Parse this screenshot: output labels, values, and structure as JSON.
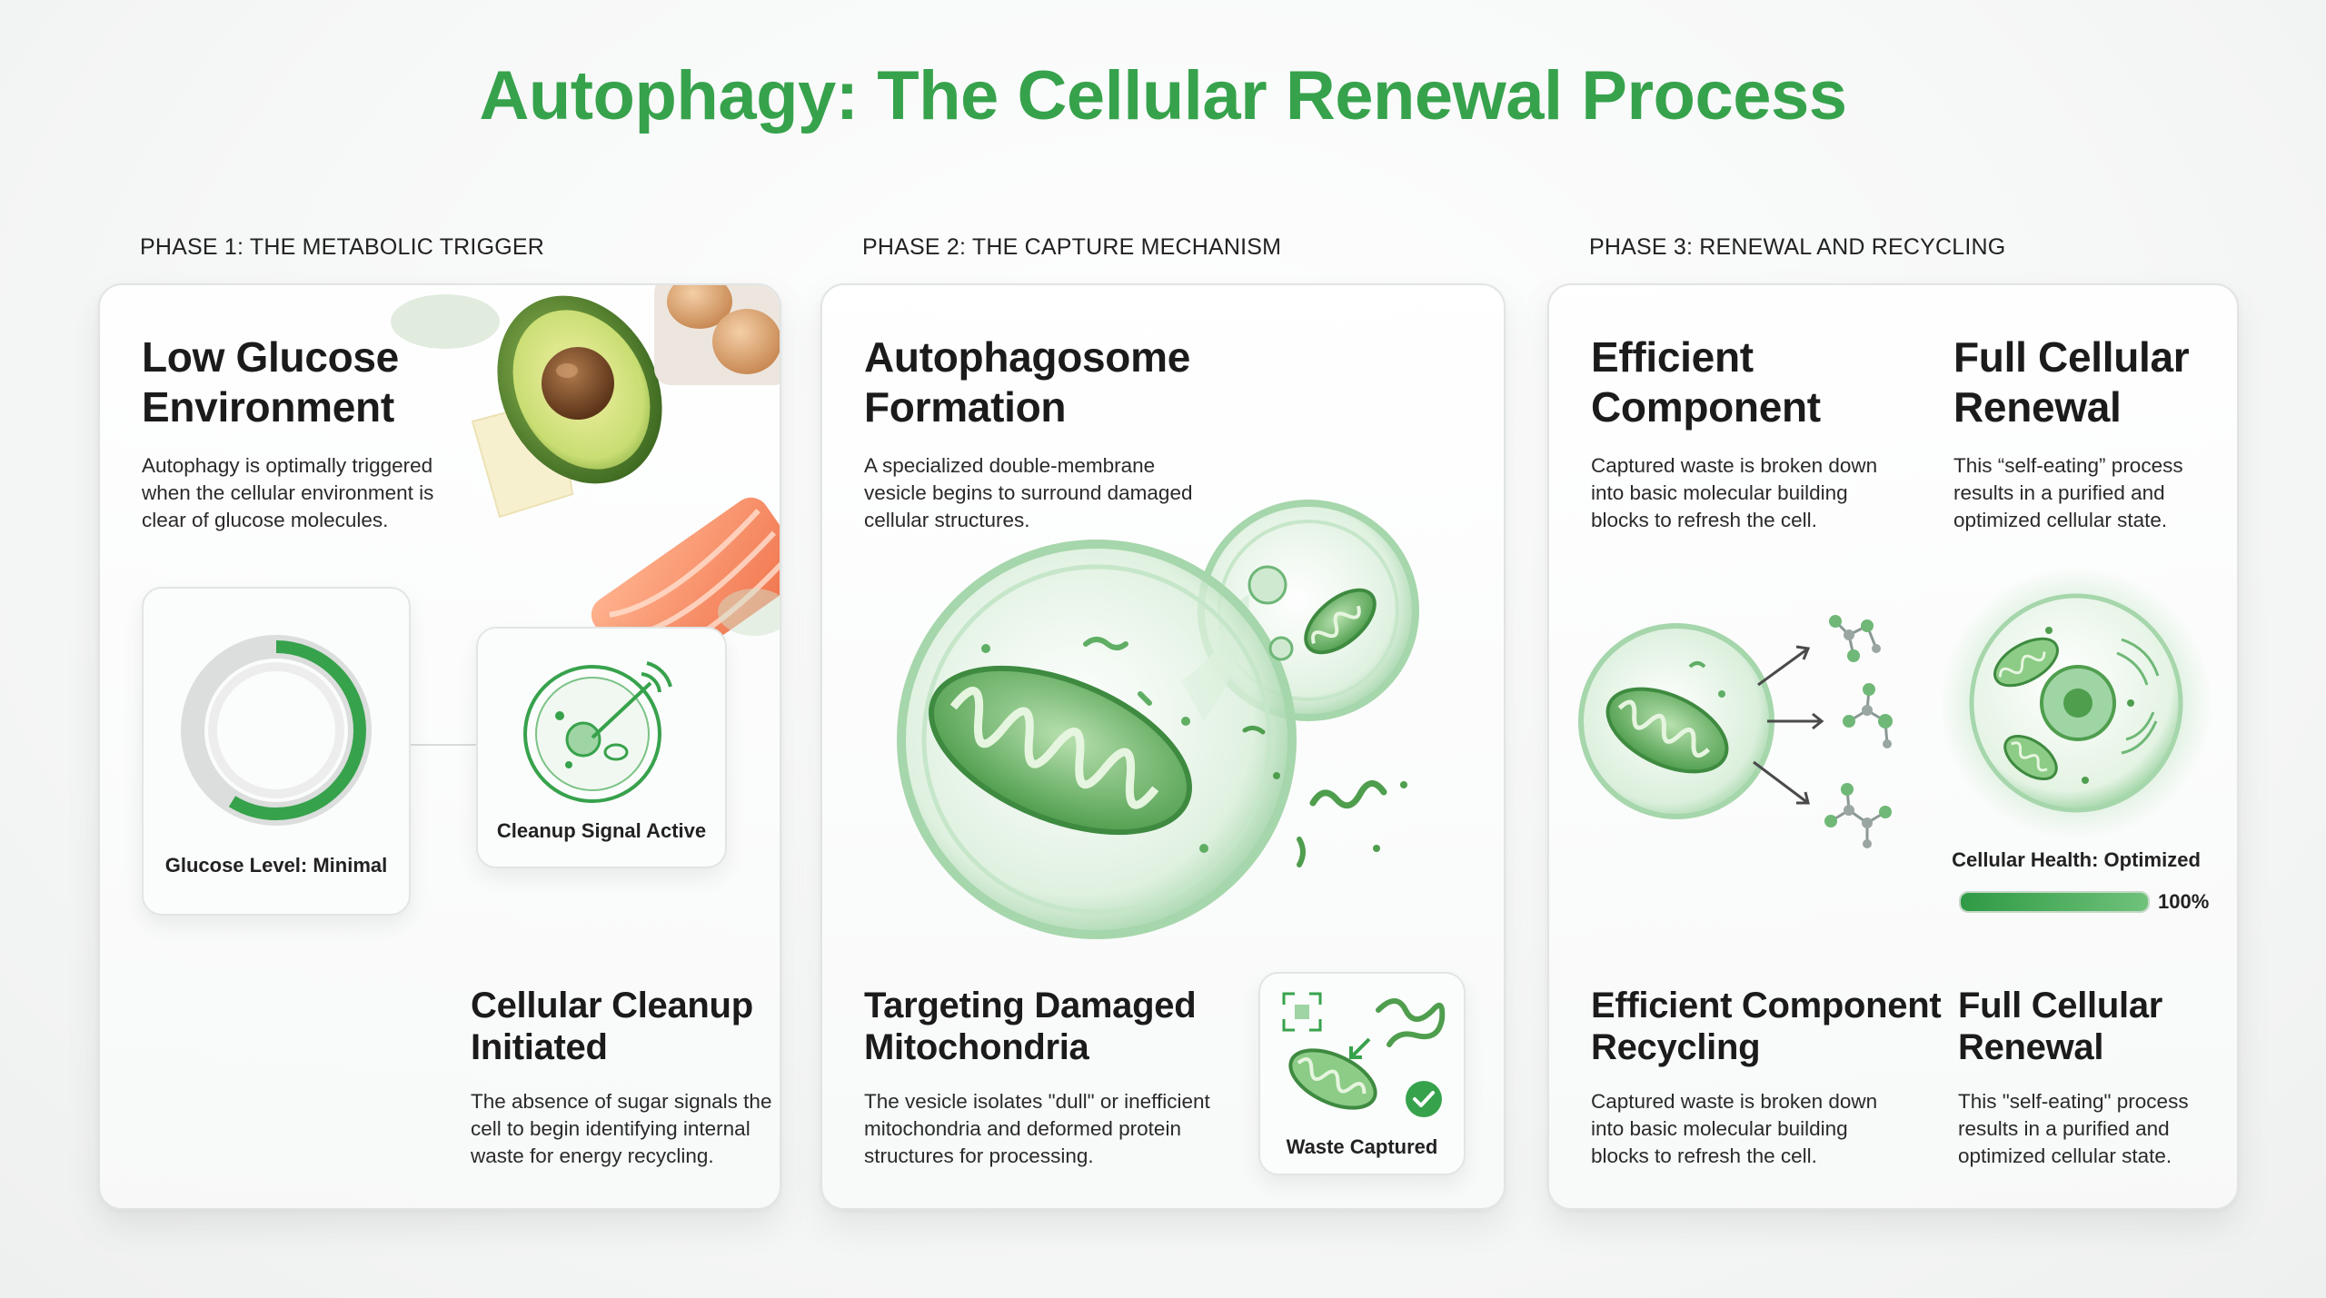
{
  "title": "Autophagy: The Cellular Renewal Process",
  "colors": {
    "accent": "#37a24c",
    "accent_light": "#9fd4a4",
    "text": "#1b1b1b"
  },
  "phases": [
    {
      "label": "PHASE 1: THE METABOLIC TRIGGER",
      "heading_lines": [
        "Low Glucose",
        "Environment"
      ],
      "body_lines": [
        "Autophagy is optimally triggered",
        "when the cellular environment is",
        "clear of glucose molecules."
      ],
      "gauge": {
        "label": "Glucose Level: Minimal"
      },
      "signal": {
        "label": "Cleanup Signal Active",
        "icon": "cell-signal-icon"
      },
      "sub_heading_lines": [
        "Cellular Cleanup",
        "Initiated"
      ],
      "sub_body_lines": [
        "The absence of sugar signals the",
        "cell to begin identifying internal",
        "waste for energy recycling."
      ]
    },
    {
      "label": "PHASE 2: THE CAPTURE MECHANISM",
      "heading_lines": [
        "Autophagosome",
        "Formation"
      ],
      "body_lines": [
        "A specialized double-membrane",
        "vesicle begins to surround damaged",
        "cellular structures."
      ],
      "sub_heading_lines": [
        "Targeting Damaged",
        "Mitochondria"
      ],
      "sub_body_lines": [
        "The vesicle isolates \"dull\" or inefficient",
        "mitochondria and deformed protein",
        "structures for processing."
      ],
      "badge": {
        "label": "Waste Captured",
        "icon": "check-icon"
      }
    },
    {
      "label": "PHASE 3: RENEWAL AND RECYCLING",
      "col1": {
        "heading_lines": [
          "Efficient",
          "Component"
        ],
        "body_lines": [
          "Captured waste is broken down",
          "into basic molecular building",
          "blocks to refresh the cell."
        ]
      },
      "col2": {
        "heading_lines": [
          "Full Cellular",
          "Renewal"
        ],
        "body_lines": [
          "This “self-eating” process",
          "results in a purified and",
          "optimized cellular state."
        ]
      },
      "health": {
        "label": "Cellular Health: Optimized",
        "value_text": "100%",
        "value": 100
      },
      "sub1": {
        "heading_lines": [
          "Efficient Component",
          "Recycling"
        ],
        "body_lines": [
          "Captured waste is broken down",
          "into basic molecular building",
          "blocks to refresh the cell."
        ]
      },
      "sub2": {
        "heading_lines": [
          "Full Cellular",
          "Renewal"
        ],
        "body_lines": [
          "This \"self-eating\" process",
          "results in a purified and",
          "optimized cellular state."
        ]
      }
    }
  ]
}
